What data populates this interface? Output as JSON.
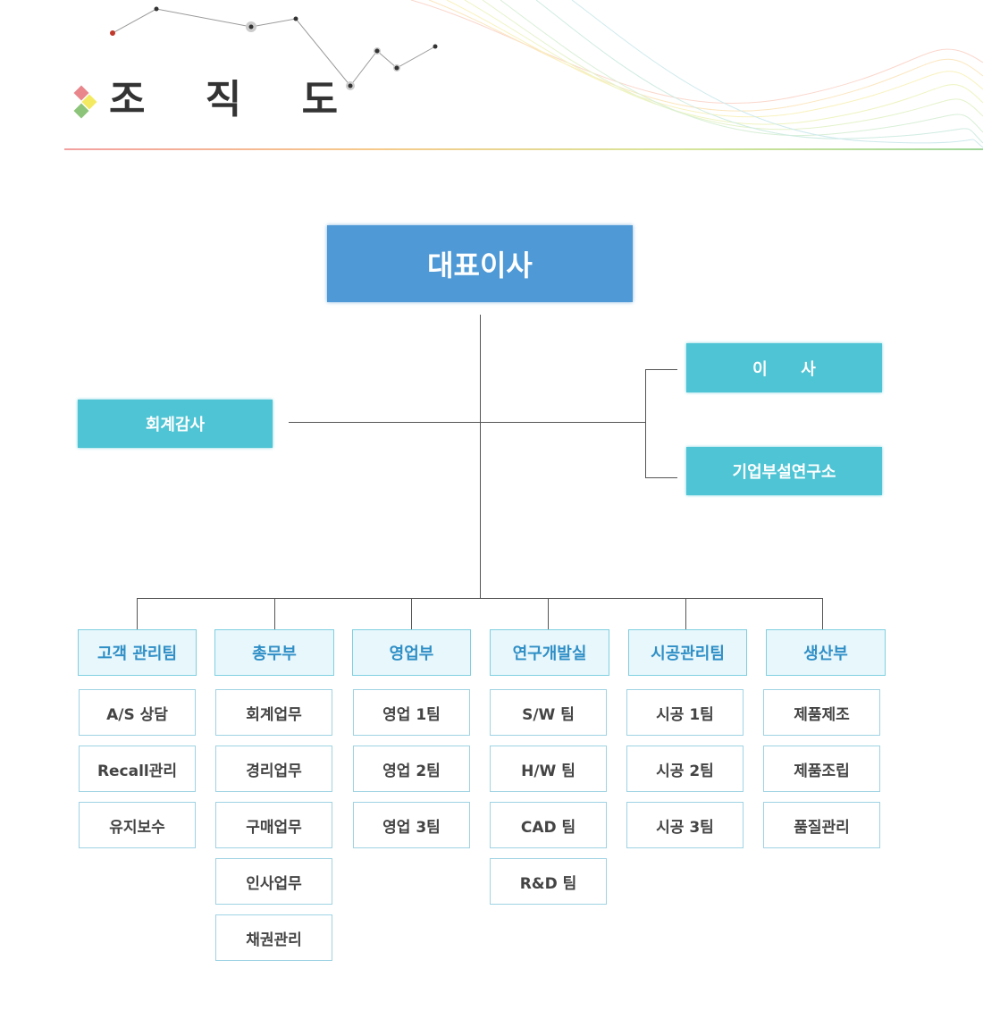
{
  "page": {
    "title": "조 직 도"
  },
  "colors": {
    "ceo": "#4e99d6",
    "side": "#4ec4d4",
    "dept_text": "#2f8fc6",
    "line": "#555555"
  },
  "ceo": {
    "label": "대표이사"
  },
  "side_boxes": [
    {
      "name": "side-box-auditor",
      "label": "회계감사"
    },
    {
      "name": "side-box-director",
      "label": "이      사"
    },
    {
      "name": "side-box-research-lab",
      "label": "기업부설연구소"
    }
  ],
  "departments": [
    {
      "name": "고객 관리팀",
      "teams": [
        "A/S 상담",
        "Recall관리",
        "유지보수"
      ]
    },
    {
      "name": "총무부",
      "teams": [
        "회계업무",
        "경리업무",
        "구매업무",
        "인사업무",
        "채권관리"
      ]
    },
    {
      "name": "영업부",
      "teams": [
        "영업 1팀",
        "영업 2팀",
        "영업 3팀"
      ]
    },
    {
      "name": "연구개발실",
      "teams": [
        "S/W 팀",
        "H/W 팀",
        "CAD 팀",
        "R&D 팀"
      ]
    },
    {
      "name": "시공관리팀",
      "teams": [
        "시공 1팀",
        "시공 2팀",
        "시공 3팀"
      ]
    },
    {
      "name": "생산부",
      "teams": [
        "제품제조",
        "제품조립",
        "품질관리"
      ]
    }
  ]
}
